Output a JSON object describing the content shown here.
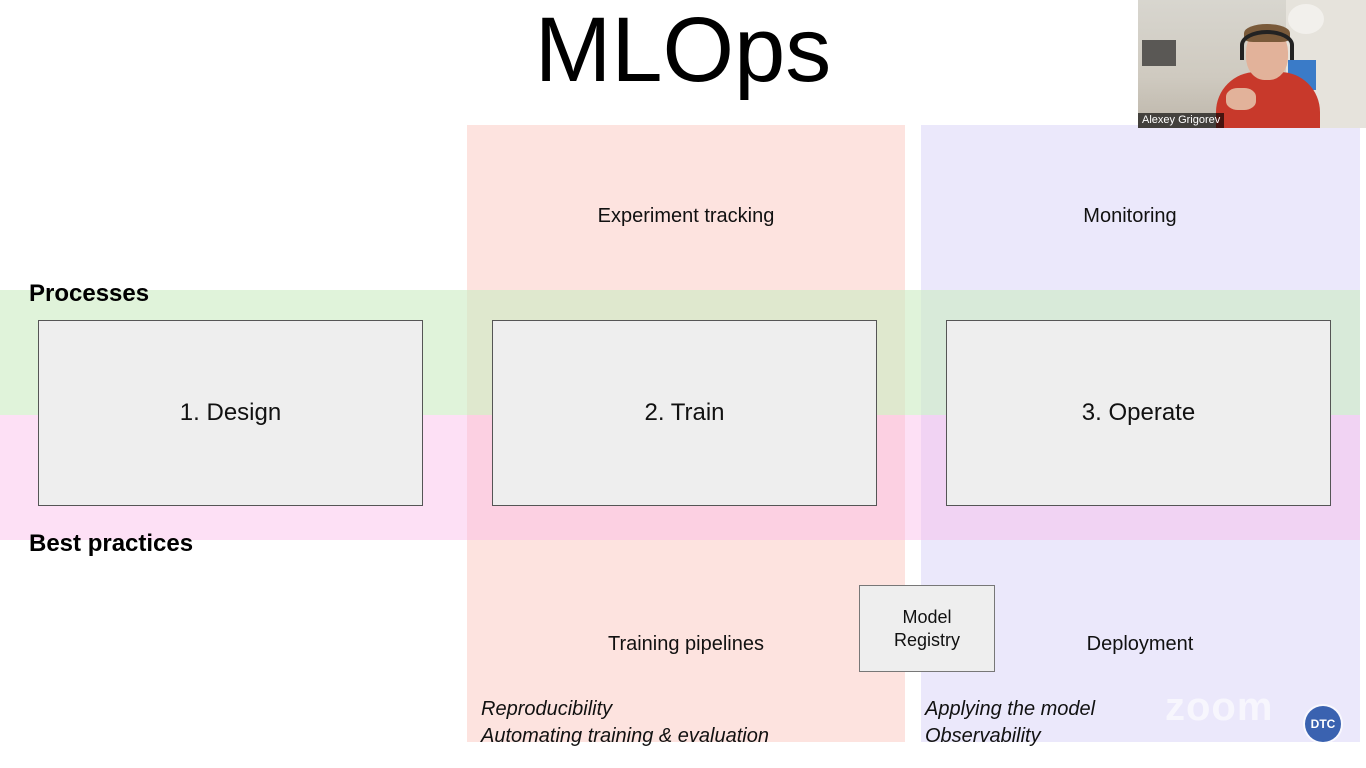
{
  "slide": {
    "title": "MLOps"
  },
  "rows": {
    "processes": "Processes",
    "best_practices": "Best practices"
  },
  "stages": [
    {
      "label": "1. Design"
    },
    {
      "label": "2. Train"
    },
    {
      "label": "3. Operate"
    }
  ],
  "train_column": {
    "top_label": "Experiment tracking",
    "bottom_label": "Training pipelines",
    "notes": [
      "Reproducibility",
      "Automating training & evaluation"
    ]
  },
  "operate_column": {
    "top_label": "Monitoring",
    "bottom_label": "Deployment",
    "notes": [
      "Applying the model",
      "Observability"
    ]
  },
  "model_registry": {
    "line1": "Model",
    "line2": "Registry"
  },
  "video": {
    "participant_name": "Alexey Grigorev"
  },
  "watermark": {
    "zoom": "zoom",
    "badge": "DTC"
  },
  "colors": {
    "train_band": "#fde3df",
    "operate_band": "#ebe8fb",
    "processes_band": "#cdecc4",
    "best_practices_band": "#fab6e6",
    "stage_box": "#eeeeee"
  }
}
